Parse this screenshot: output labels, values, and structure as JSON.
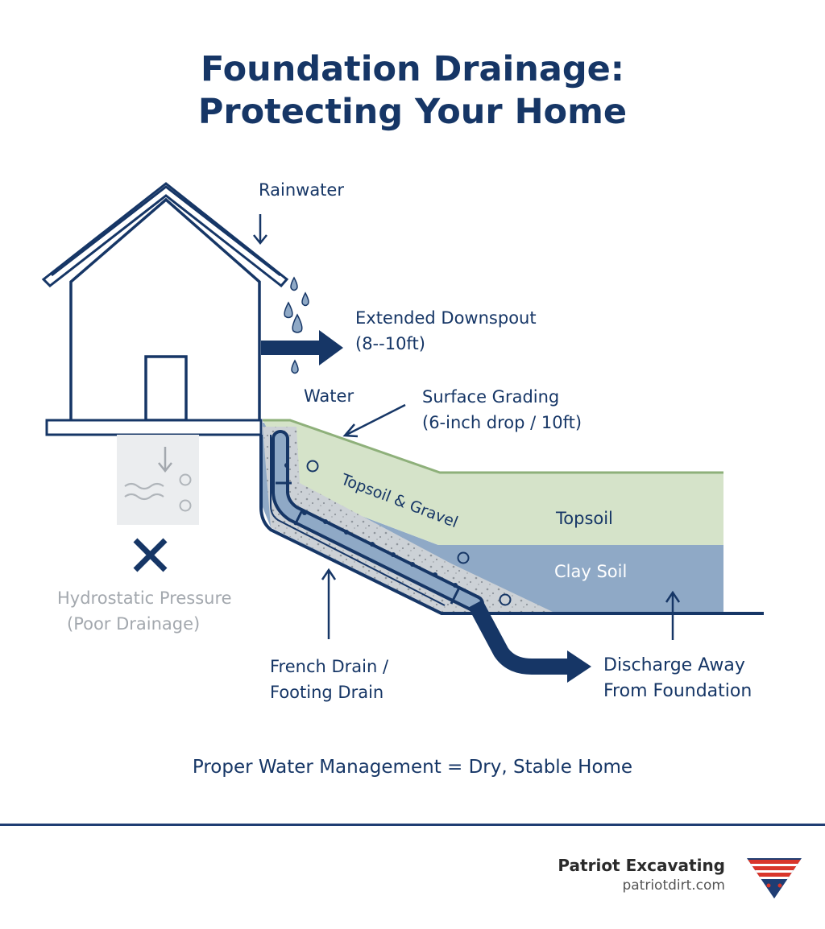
{
  "title": {
    "line1": "Foundation Drainage:",
    "line2": "Protecting Your Home"
  },
  "labels": {
    "rainwater": "Rainwater",
    "downspout_line1": "Extended Downspout",
    "downspout_line2": "(8--10ft)",
    "water": "Water",
    "grading_line1": "Surface Grading",
    "grading_line2": "(6-inch drop / 10ft)",
    "topsoil_gravel": "Topsoil & Gravel",
    "topsoil": "Topsoil",
    "clay_soil": "Clay Soil",
    "hydrostatic_line1": "Hydrostatic Pressure",
    "hydrostatic_line2": "(Poor Drainage)",
    "french_drain_line1": "French Drain /",
    "french_drain_line2": "Footing Drain",
    "discharge_line1": "Discharge Away",
    "discharge_line2": "From Foundation"
  },
  "tagline": "Proper Water Management = Dry, Stable Home",
  "brand": {
    "name": "Patriot Excavating",
    "url": "patriotdirt.com"
  },
  "colors": {
    "navy": "#163666",
    "topsoil_green": "#d5e3c9",
    "grass_line": "#8eb07a",
    "clay_blue": "#8fa9c6",
    "gravel_grey": "#ccd1d6",
    "poor_drainage_grey": "#a3a8ae",
    "logo_red": "#d9362b",
    "logo_blue": "#1f3d73"
  },
  "icons": {
    "house": "house-outline-icon",
    "rain": "water-drop-icon",
    "bad_drainage": "x-mark-icon",
    "logo": "patriot-shield-logo"
  }
}
